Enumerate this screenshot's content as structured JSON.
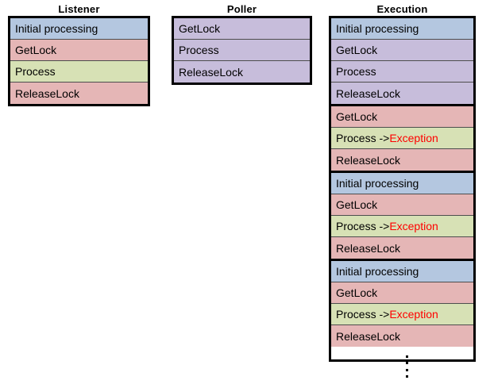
{
  "diagram": {
    "title_listener": "Listener",
    "title_poller": "Poller",
    "title_execution": "Execution",
    "colors": {
      "blue": "#b4c7e0",
      "purple": "#c7bddb",
      "pink": "#e5b6b6",
      "green": "#d7e1b5",
      "exception_text": "#ff0000",
      "border": "#000000"
    },
    "labels": {
      "initial_processing": "Initial processing",
      "getlock": "GetLock",
      "process": "Process",
      "releaselock": "ReleaseLock",
      "process_exception_prefix": "Process -> ",
      "exception": "Exception"
    },
    "ellipsis": "vertical-ellipsis"
  },
  "listener": {
    "title": "Listener",
    "cells": [
      {
        "label": "Initial processing",
        "color": "blue"
      },
      {
        "label": "GetLock",
        "color": "pink"
      },
      {
        "label": "Process",
        "color": "green"
      },
      {
        "label": "ReleaseLock",
        "color": "pink"
      }
    ]
  },
  "poller": {
    "title": "Poller",
    "cells": [
      {
        "label": "GetLock",
        "color": "purple"
      },
      {
        "label": "Process",
        "color": "purple"
      },
      {
        "label": "ReleaseLock",
        "color": "purple"
      }
    ]
  },
  "execution": {
    "title": "Execution",
    "groups": [
      {
        "cells": [
          {
            "label": "Initial processing",
            "color": "blue"
          },
          {
            "label": "GetLock",
            "color": "purple"
          },
          {
            "label": "Process",
            "color": "purple"
          },
          {
            "label": "ReleaseLock",
            "color": "purple"
          }
        ]
      },
      {
        "cells": [
          {
            "label": "GetLock",
            "color": "pink"
          },
          {
            "label": "Process -> Exception",
            "color": "green",
            "exception": true
          },
          {
            "label": "ReleaseLock",
            "color": "pink"
          }
        ]
      },
      {
        "cells": [
          {
            "label": "Initial processing",
            "color": "blue"
          },
          {
            "label": "GetLock",
            "color": "pink"
          },
          {
            "label": "Process -> Exception",
            "color": "green",
            "exception": true
          },
          {
            "label": "ReleaseLock",
            "color": "pink"
          }
        ]
      },
      {
        "cells": [
          {
            "label": "Initial processing",
            "color": "blue"
          },
          {
            "label": "GetLock",
            "color": "pink"
          },
          {
            "label": "Process -> Exception",
            "color": "green",
            "exception": true
          },
          {
            "label": "ReleaseLock",
            "color": "pink"
          }
        ]
      }
    ]
  }
}
